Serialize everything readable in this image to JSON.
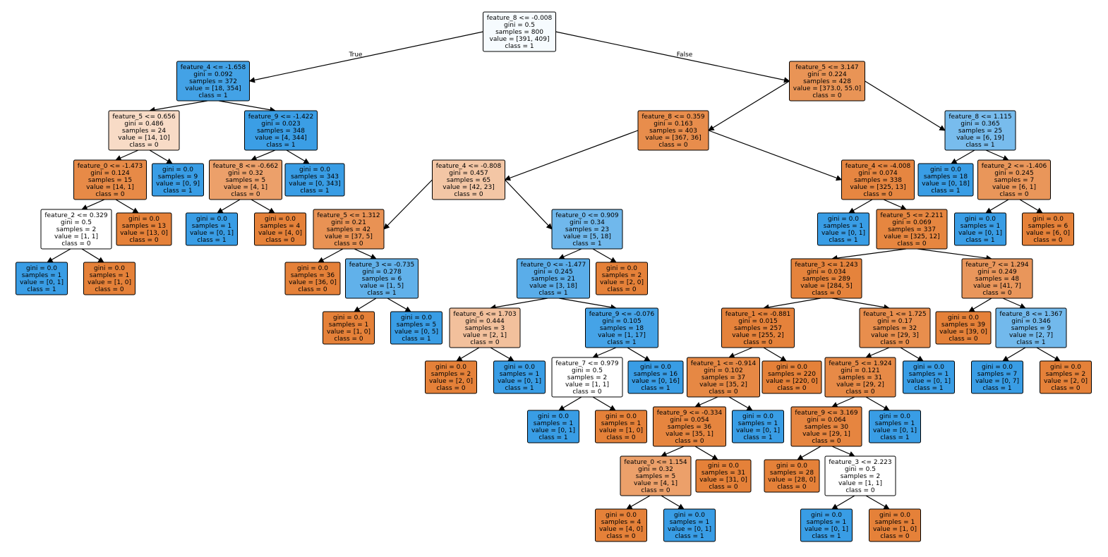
{
  "colors": {
    "class_0": "#e58139",
    "class_1": "#399de5",
    "border": "#000000",
    "edge": "#000000"
  },
  "edge_labels": {
    "true": "True",
    "false": "False"
  },
  "nodes": [
    {
      "id": 0,
      "split": "feature_8 <= -0.008",
      "gini": "0.5",
      "samples": "800",
      "value": "[391, 409]",
      "class": "1",
      "fill": "#f6fbfe"
    },
    {
      "id": 1,
      "split": "feature_4 <= -1.658",
      "gini": "0.092",
      "samples": "372",
      "value": "[18, 354]",
      "class": "1",
      "fill": "#43a2e6"
    },
    {
      "id": 2,
      "split": "feature_5 <= 0.656",
      "gini": "0.486",
      "samples": "24",
      "value": "[14, 10]",
      "class": "0",
      "fill": "#f8dbc6"
    },
    {
      "id": 3,
      "split": "feature_0 <= -1.473",
      "gini": "0.124",
      "samples": "15",
      "value": "[14, 1]",
      "class": "0",
      "fill": "#e78a47"
    },
    {
      "id": 4,
      "split": "feature_2 <= 0.329",
      "gini": "0.5",
      "samples": "2",
      "value": "[1, 1]",
      "class": "0",
      "fill": "#ffffff"
    },
    {
      "id": 5,
      "split": "",
      "gini": "0.0",
      "samples": "1",
      "value": "[0, 1]",
      "class": "1",
      "fill": "#399de5"
    },
    {
      "id": 6,
      "split": "",
      "gini": "0.0",
      "samples": "1",
      "value": "[1, 0]",
      "class": "0",
      "fill": "#e58139"
    },
    {
      "id": 7,
      "split": "",
      "gini": "0.0",
      "samples": "13",
      "value": "[13, 0]",
      "class": "0",
      "fill": "#e58139"
    },
    {
      "id": 8,
      "split": "",
      "gini": "0.0",
      "samples": "9",
      "value": "[0, 9]",
      "class": "1",
      "fill": "#399de5"
    },
    {
      "id": 9,
      "split": "feature_9 <= -1.422",
      "gini": "0.023",
      "samples": "348",
      "value": "[4, 344]",
      "class": "1",
      "fill": "#3b9ee5"
    },
    {
      "id": 10,
      "split": "feature_8 <= -0.662",
      "gini": "0.32",
      "samples": "5",
      "value": "[4, 1]",
      "class": "0",
      "fill": "#eca06a"
    },
    {
      "id": 11,
      "split": "",
      "gini": "0.0",
      "samples": "1",
      "value": "[0, 1]",
      "class": "1",
      "fill": "#399de5"
    },
    {
      "id": 12,
      "split": "",
      "gini": "0.0",
      "samples": "4",
      "value": "[4, 0]",
      "class": "0",
      "fill": "#e58139"
    },
    {
      "id": 13,
      "split": "",
      "gini": "0.0",
      "samples": "343",
      "value": "[0, 343]",
      "class": "1",
      "fill": "#399de5"
    },
    {
      "id": 14,
      "split": "feature_5 <= 3.147",
      "gini": "0.224",
      "samples": "428",
      "value": "[373.0, 55.0]",
      "class": "0",
      "fill": "#e99456"
    },
    {
      "id": 15,
      "split": "feature_8 <= 0.359",
      "gini": "0.163",
      "samples": "403",
      "value": "[367, 36]",
      "class": "0",
      "fill": "#e88d4c"
    },
    {
      "id": 16,
      "split": "feature_4 <= -0.808",
      "gini": "0.457",
      "samples": "65",
      "value": "[42, 23]",
      "class": "0",
      "fill": "#f3c6a5"
    },
    {
      "id": 17,
      "split": "feature_5 <= 1.312",
      "gini": "0.21",
      "samples": "42",
      "value": "[37, 5]",
      "class": "0",
      "fill": "#e99254"
    },
    {
      "id": 18,
      "split": "",
      "gini": "0.0",
      "samples": "36",
      "value": "[36, 0]",
      "class": "0",
      "fill": "#e58139"
    },
    {
      "id": 19,
      "split": "feature_3 <= -0.735",
      "gini": "0.278",
      "samples": "6",
      "value": "[1, 5]",
      "class": "1",
      "fill": "#61b1ea"
    },
    {
      "id": 20,
      "split": "",
      "gini": "0.0",
      "samples": "1",
      "value": "[1, 0]",
      "class": "0",
      "fill": "#e58139"
    },
    {
      "id": 21,
      "split": "",
      "gini": "0.0",
      "samples": "5",
      "value": "[0, 5]",
      "class": "1",
      "fill": "#399de5"
    },
    {
      "id": 22,
      "split": "feature_0 <= 0.909",
      "gini": "0.34",
      "samples": "23",
      "value": "[5, 18]",
      "class": "1",
      "fill": "#70b8ec"
    },
    {
      "id": 23,
      "split": "feature_0 <= -1.477",
      "gini": "0.245",
      "samples": "21",
      "value": "[3, 18]",
      "class": "1",
      "fill": "#5aade9"
    },
    {
      "id": 24,
      "split": "feature_6 <= 1.703",
      "gini": "0.444",
      "samples": "3",
      "value": "[2, 1]",
      "class": "0",
      "fill": "#f2c09c"
    },
    {
      "id": 25,
      "split": "",
      "gini": "0.0",
      "samples": "2",
      "value": "[2, 0]",
      "class": "0",
      "fill": "#e58139"
    },
    {
      "id": 26,
      "split": "",
      "gini": "0.0",
      "samples": "1",
      "value": "[0, 1]",
      "class": "1",
      "fill": "#399de5"
    },
    {
      "id": 27,
      "split": "feature_9 <= -0.076",
      "gini": "0.105",
      "samples": "18",
      "value": "[1, 17]",
      "class": "1",
      "fill": "#45a3e7"
    },
    {
      "id": 28,
      "split": "feature_7 <= 0.979",
      "gini": "0.5",
      "samples": "2",
      "value": "[1, 1]",
      "class": "0",
      "fill": "#ffffff"
    },
    {
      "id": 29,
      "split": "",
      "gini": "0.0",
      "samples": "1",
      "value": "[0, 1]",
      "class": "1",
      "fill": "#399de5"
    },
    {
      "id": 30,
      "split": "",
      "gini": "0.0",
      "samples": "1",
      "value": "[1, 0]",
      "class": "0",
      "fill": "#e58139"
    },
    {
      "id": 31,
      "split": "",
      "gini": "0.0",
      "samples": "16",
      "value": "[0, 16]",
      "class": "1",
      "fill": "#399de5"
    },
    {
      "id": 32,
      "split": "",
      "gini": "0.0",
      "samples": "2",
      "value": "[2, 0]",
      "class": "0",
      "fill": "#e58139"
    },
    {
      "id": 33,
      "split": "feature_4 <= -4.008",
      "gini": "0.074",
      "samples": "338",
      "value": "[325, 13]",
      "class": "0",
      "fill": "#e68641"
    },
    {
      "id": 34,
      "split": "",
      "gini": "0.0",
      "samples": "1",
      "value": "[0, 1]",
      "class": "1",
      "fill": "#399de5"
    },
    {
      "id": 35,
      "split": "feature_5 <= 2.211",
      "gini": "0.069",
      "samples": "337",
      "value": "[325, 12]",
      "class": "0",
      "fill": "#e68640"
    },
    {
      "id": 36,
      "split": "feature_3 <= 1.243",
      "gini": "0.034",
      "samples": "289",
      "value": "[284, 5]",
      "class": "0",
      "fill": "#e5833c"
    },
    {
      "id": 37,
      "split": "feature_1 <= -0.881",
      "gini": "0.015",
      "samples": "257",
      "value": "[255, 2]",
      "class": "0",
      "fill": "#e5823b"
    },
    {
      "id": 38,
      "split": "feature_1 <= -0.914",
      "gini": "0.102",
      "samples": "37",
      "value": "[35, 2]",
      "class": "0",
      "fill": "#e68844"
    },
    {
      "id": 39,
      "split": "feature_9 <= -0.334",
      "gini": "0.054",
      "samples": "36",
      "value": "[35, 1]",
      "class": "0",
      "fill": "#e6853f"
    },
    {
      "id": 40,
      "split": "feature_0 <= 1.154",
      "gini": "0.32",
      "samples": "5",
      "value": "[4, 1]",
      "class": "0",
      "fill": "#eca06a"
    },
    {
      "id": 41,
      "split": "",
      "gini": "0.0",
      "samples": "4",
      "value": "[4, 0]",
      "class": "0",
      "fill": "#e58139"
    },
    {
      "id": 42,
      "split": "",
      "gini": "0.0",
      "samples": "1",
      "value": "[0, 1]",
      "class": "1",
      "fill": "#399de5"
    },
    {
      "id": 43,
      "split": "",
      "gini": "0.0",
      "samples": "31",
      "value": "[31, 0]",
      "class": "0",
      "fill": "#e58139"
    },
    {
      "id": 44,
      "split": "",
      "gini": "0.0",
      "samples": "1",
      "value": "[0, 1]",
      "class": "1",
      "fill": "#399de5"
    },
    {
      "id": 45,
      "split": "",
      "gini": "0.0",
      "samples": "220",
      "value": "[220, 0]",
      "class": "0",
      "fill": "#e58139"
    },
    {
      "id": 46,
      "split": "feature_1 <= 1.725",
      "gini": "0.17",
      "samples": "32",
      "value": "[29, 3]",
      "class": "0",
      "fill": "#e88e4d"
    },
    {
      "id": 47,
      "split": "feature_5 <= 1.924",
      "gini": "0.121",
      "samples": "31",
      "value": "[29, 2]",
      "class": "0",
      "fill": "#e78a47"
    },
    {
      "id": 48,
      "split": "feature_9 <= 3.169",
      "gini": "0.064",
      "samples": "30",
      "value": "[29, 1]",
      "class": "0",
      "fill": "#e68540"
    },
    {
      "id": 49,
      "split": "",
      "gini": "0.0",
      "samples": "28",
      "value": "[28, 0]",
      "class": "0",
      "fill": "#e58139"
    },
    {
      "id": 50,
      "split": "feature_3 <= 2.223",
      "gini": "0.5",
      "samples": "2",
      "value": "[1, 1]",
      "class": "0",
      "fill": "#ffffff"
    },
    {
      "id": 51,
      "split": "",
      "gini": "0.0",
      "samples": "1",
      "value": "[0, 1]",
      "class": "1",
      "fill": "#399de5"
    },
    {
      "id": 52,
      "split": "",
      "gini": "0.0",
      "samples": "1",
      "value": "[1, 0]",
      "class": "0",
      "fill": "#e58139"
    },
    {
      "id": 53,
      "split": "",
      "gini": "0.0",
      "samples": "1",
      "value": "[0, 1]",
      "class": "1",
      "fill": "#399de5"
    },
    {
      "id": 54,
      "split": "",
      "gini": "0.0",
      "samples": "1",
      "value": "[0, 1]",
      "class": "1",
      "fill": "#399de5"
    },
    {
      "id": 55,
      "split": "feature_7 <= 1.294",
      "gini": "0.249",
      "samples": "48",
      "value": "[41, 7]",
      "class": "0",
      "fill": "#e9965b"
    },
    {
      "id": 56,
      "split": "",
      "gini": "0.0",
      "samples": "39",
      "value": "[39, 0]",
      "class": "0",
      "fill": "#e58139"
    },
    {
      "id": 57,
      "split": "feature_8 <= 1.367",
      "gini": "0.346",
      "samples": "9",
      "value": "[2, 7]",
      "class": "1",
      "fill": "#72b9ec"
    },
    {
      "id": 58,
      "split": "",
      "gini": "0.0",
      "samples": "7",
      "value": "[0, 7]",
      "class": "1",
      "fill": "#399de5"
    },
    {
      "id": 59,
      "split": "",
      "gini": "0.0",
      "samples": "2",
      "value": "[2, 0]",
      "class": "0",
      "fill": "#e58139"
    },
    {
      "id": 60,
      "split": "feature_8 <= 1.115",
      "gini": "0.365",
      "samples": "25",
      "value": "[6, 19]",
      "class": "1",
      "fill": "#78bced"
    },
    {
      "id": 61,
      "split": "",
      "gini": "0.0",
      "samples": "18",
      "value": "[0, 18]",
      "class": "1",
      "fill": "#399de5"
    },
    {
      "id": 62,
      "split": "feature_2 <= -1.406",
      "gini": "0.245",
      "samples": "7",
      "value": "[6, 1]",
      "class": "0",
      "fill": "#e9965a"
    },
    {
      "id": 63,
      "split": "",
      "gini": "0.0",
      "samples": "1",
      "value": "[0, 1]",
      "class": "1",
      "fill": "#399de5"
    },
    {
      "id": 64,
      "split": "",
      "gini": "0.0",
      "samples": "6",
      "value": "[6, 0]",
      "class": "0",
      "fill": "#e58139"
    }
  ],
  "edges": [
    [
      0,
      1
    ],
    [
      0,
      14
    ],
    [
      1,
      2
    ],
    [
      1,
      9
    ],
    [
      2,
      3
    ],
    [
      2,
      8
    ],
    [
      3,
      4
    ],
    [
      3,
      7
    ],
    [
      4,
      5
    ],
    [
      4,
      6
    ],
    [
      9,
      10
    ],
    [
      9,
      13
    ],
    [
      10,
      11
    ],
    [
      10,
      12
    ],
    [
      14,
      15
    ],
    [
      14,
      60
    ],
    [
      15,
      16
    ],
    [
      15,
      33
    ],
    [
      16,
      17
    ],
    [
      16,
      22
    ],
    [
      17,
      18
    ],
    [
      17,
      19
    ],
    [
      19,
      20
    ],
    [
      19,
      21
    ],
    [
      22,
      23
    ],
    [
      22,
      32
    ],
    [
      23,
      24
    ],
    [
      23,
      27
    ],
    [
      24,
      25
    ],
    [
      24,
      26
    ],
    [
      27,
      28
    ],
    [
      27,
      31
    ],
    [
      28,
      29
    ],
    [
      28,
      30
    ],
    [
      33,
      34
    ],
    [
      33,
      35
    ],
    [
      35,
      36
    ],
    [
      35,
      55
    ],
    [
      36,
      37
    ],
    [
      36,
      46
    ],
    [
      37,
      38
    ],
    [
      37,
      45
    ],
    [
      38,
      39
    ],
    [
      38,
      44
    ],
    [
      39,
      40
    ],
    [
      39,
      43
    ],
    [
      40,
      41
    ],
    [
      40,
      42
    ],
    [
      46,
      47
    ],
    [
      46,
      54
    ],
    [
      47,
      48
    ],
    [
      47,
      53
    ],
    [
      48,
      49
    ],
    [
      48,
      50
    ],
    [
      50,
      51
    ],
    [
      50,
      52
    ],
    [
      55,
      56
    ],
    [
      55,
      57
    ],
    [
      57,
      58
    ],
    [
      57,
      59
    ],
    [
      60,
      61
    ],
    [
      60,
      62
    ],
    [
      62,
      63
    ],
    [
      62,
      64
    ]
  ]
}
